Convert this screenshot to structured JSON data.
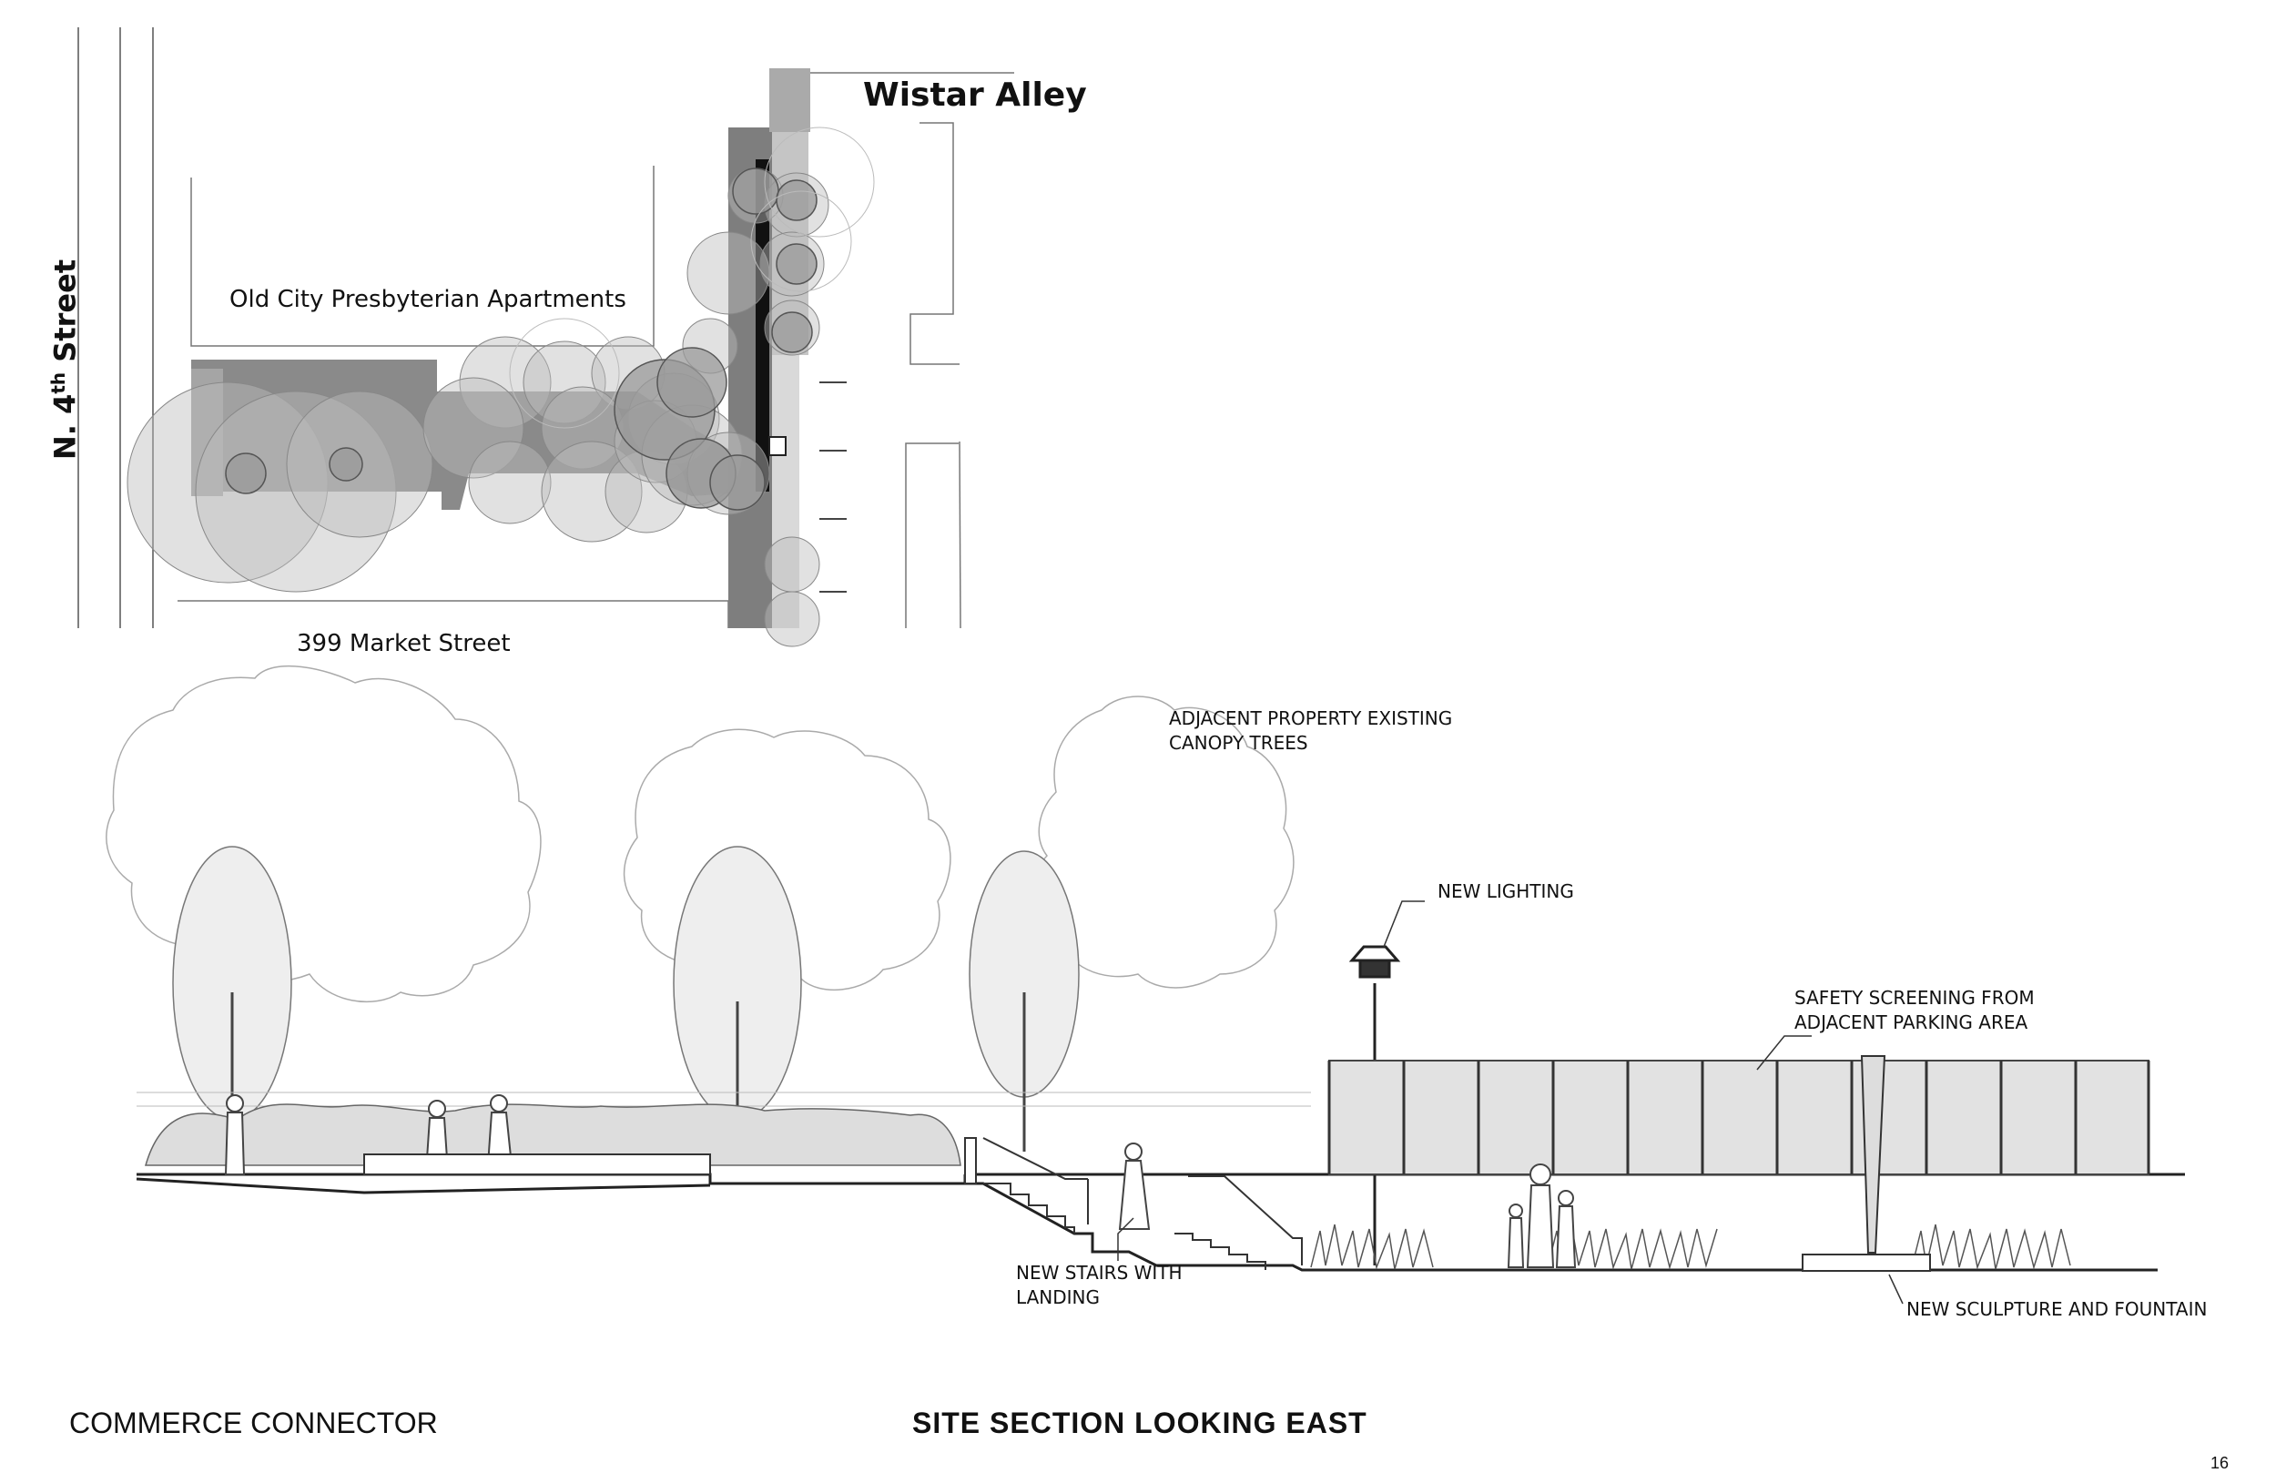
{
  "plan": {
    "street_top": "Wistar Alley",
    "building_label": "Old City Presbyterian Apartments",
    "street_bottom": "399 Market Street",
    "street_left_prefix": "N. 4",
    "street_left_sup": "th",
    "street_left_suffix": " Street"
  },
  "section": {
    "annotations": {
      "canopy": [
        "ADJACENT PROPERTY EXISTING",
        "CANOPY TREES"
      ],
      "lighting": [
        "NEW LIGHTING"
      ],
      "screening": [
        "SAFETY SCREENING FROM",
        "ADJACENT PARKING AREA"
      ],
      "stairs": [
        "NEW STAIRS WITH",
        "LANDING"
      ],
      "sculpture": [
        "NEW SCULPTURE AND FOUNTAIN"
      ]
    }
  },
  "footer": {
    "project": "COMMERCE CONNECTOR",
    "sheet_title": "SITE SECTION LOOKING EAST",
    "page_number": "16"
  }
}
